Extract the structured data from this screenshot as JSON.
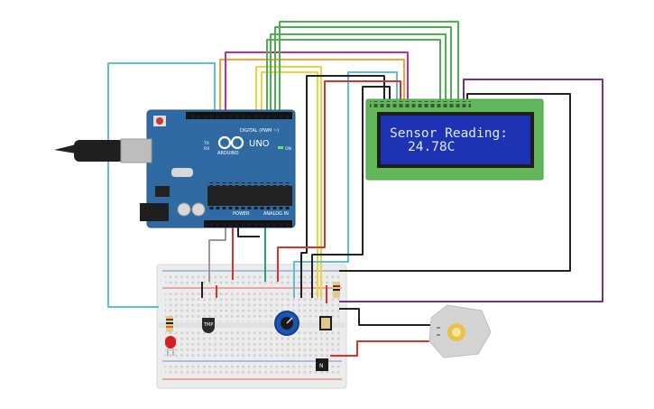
{
  "arduino": {
    "brand": "ARDUINO",
    "model": "UNO",
    "digital_label": "DIGITAL (PWM ~)",
    "power_label": "POWER",
    "analog_label": "ANALOG IN",
    "tx_label": "TX",
    "rx_label": "RX",
    "on_label": "ON"
  },
  "lcd": {
    "line1": "Sensor Reading:",
    "line2": "24.78C"
  },
  "components": {
    "temp_sensor_label": "TMP",
    "transistor_label": "N"
  },
  "colors": {
    "board": "#2f6aa3",
    "lcd_frame": "#61b75a",
    "lcd_screen": "#1e32b4",
    "wire_green": "#4cb050",
    "wire_orange": "#f2a33a",
    "wire_magenta": "#c52f8c",
    "wire_yellow": "#f0d23c",
    "wire_cyan": "#5fc1cf",
    "wire_red": "#d9332d",
    "wire_black": "#222222",
    "wire_purple": "#7a2e8e",
    "wire_gray": "#999999"
  }
}
